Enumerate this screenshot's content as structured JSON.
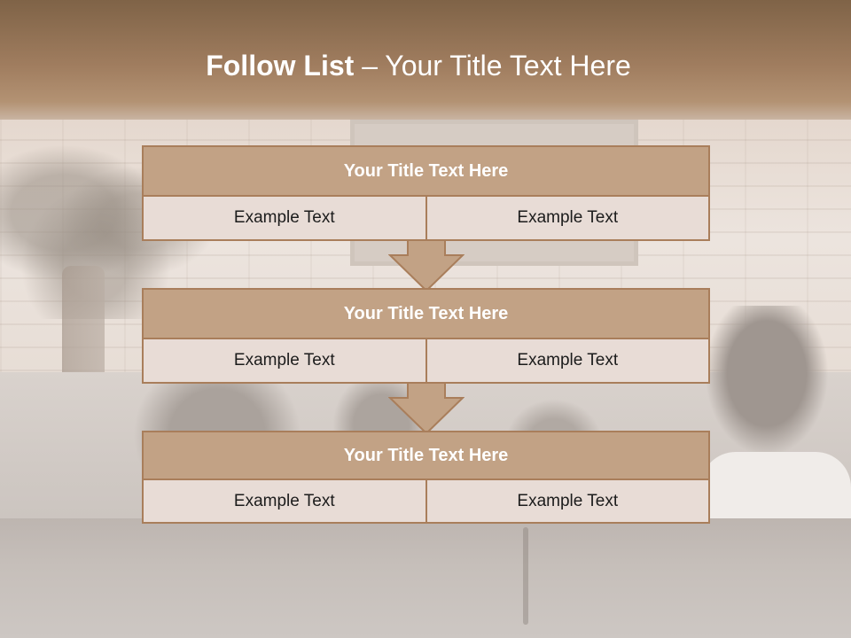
{
  "slide": {
    "title_bold": "Follow List",
    "title_rest": " – Your Title Text Here"
  },
  "blocks": [
    {
      "header": "Your Title Text Here",
      "cells": [
        "Example Text",
        "Example Text"
      ]
    },
    {
      "header": "Your Title Text Here",
      "cells": [
        "Example Text",
        "Example Text"
      ]
    },
    {
      "header": "Your Title Text Here",
      "cells": [
        "Example Text",
        "Example Text"
      ]
    }
  ],
  "colors": {
    "header_fill": "#c2a285",
    "border": "#a97e5b",
    "cell_fill": "#e8dcd6",
    "arrow_fill": "#c2a285"
  },
  "icons": [
    "down-arrow-icon",
    "down-arrow-icon"
  ]
}
